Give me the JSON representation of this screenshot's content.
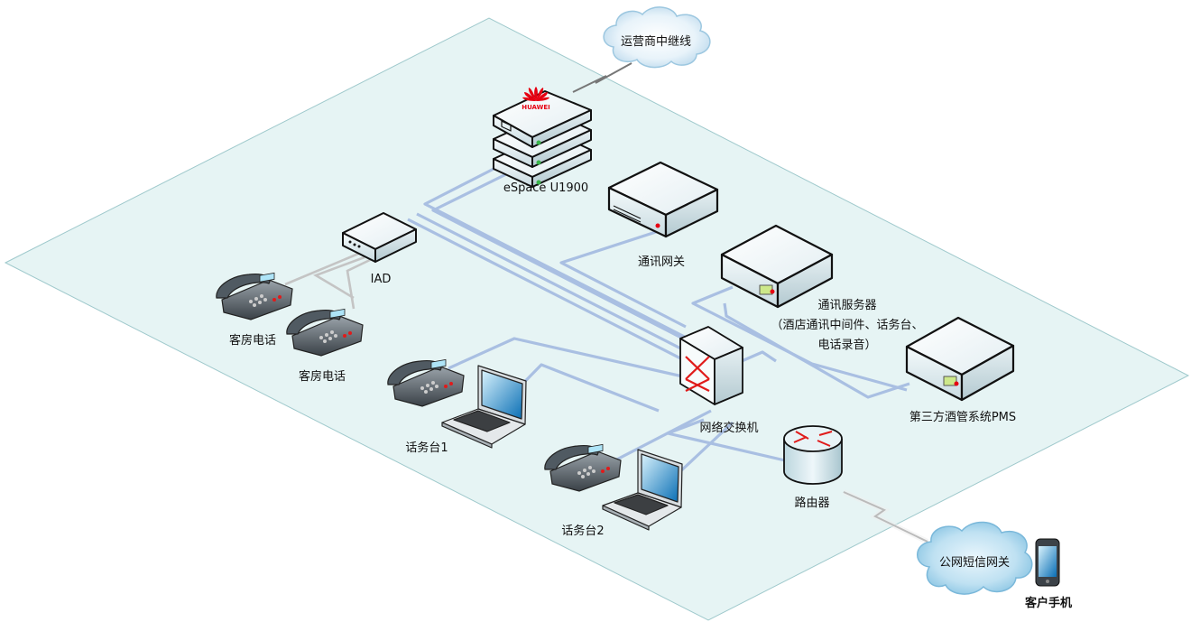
{
  "cloud_carrier": "运营商中继线",
  "cloud_sms": "公网短信网关",
  "devices": {
    "espace": "eSpace U1900",
    "huawei_logo": "HUAWEI",
    "iad": "IAD",
    "gateway": "通讯网关",
    "server_line1": "通讯服务器",
    "server_line2": "（酒店通讯中间件、话务台、",
    "server_line3": "电话录音）",
    "pms": "第三方酒管系统PMS",
    "switch": "网络交换机",
    "router": "路由器",
    "room_phone_1": "客房电话",
    "room_phone_2": "客房电话",
    "console_1": "话务台1",
    "console_2": "话务台2",
    "mobile": "客户手机"
  }
}
